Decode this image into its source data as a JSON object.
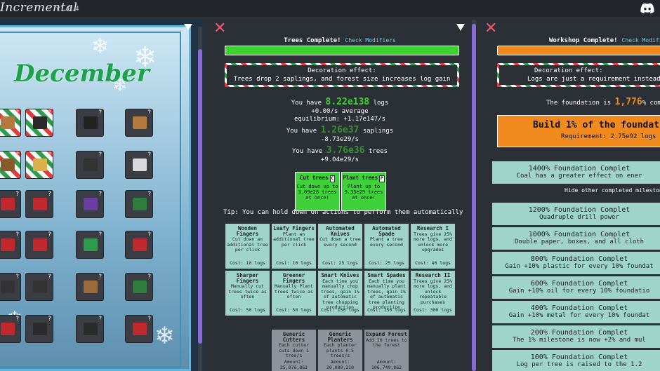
{
  "app": {
    "title": "Incremental",
    "version": "v1.0.4"
  },
  "advent": {
    "month": "December",
    "tiles": [
      {
        "q": "?",
        "style": "candy",
        "gift": "#b5793f"
      },
      {
        "q": "?",
        "style": "candy",
        "gift": "#2b2b2b"
      },
      {
        "q": "?",
        "style": "dark",
        "gift": "#222"
      },
      {
        "q": "?",
        "style": "dark",
        "gift": "#b5793f"
      },
      {
        "q": "?",
        "style": "candy",
        "gift": "#8a5a2f"
      },
      {
        "q": "?",
        "style": "candy",
        "gift": "#d9b14a"
      },
      {
        "q": "?",
        "style": "dark",
        "gift": "#333"
      },
      {
        "q": "?",
        "style": "dark",
        "gift": "#d9d9d9"
      },
      {
        "q": "?",
        "style": "dark",
        "gift": "#c0282d"
      },
      {
        "q": "?",
        "style": "dark",
        "gift": "#c0282d"
      },
      {
        "q": "?",
        "style": "dark",
        "gift": "#6a3ea1"
      },
      {
        "q": "?",
        "style": "dark",
        "gift": "#2f7d3a"
      },
      {
        "q": "?",
        "style": "dark",
        "gift": "#c0282d"
      },
      {
        "q": "?",
        "style": "dark",
        "gift": "#c0282d"
      },
      {
        "q": "?",
        "style": "dark",
        "gift": "#2e9c4c"
      },
      {
        "q": "?",
        "style": "dark",
        "gift": "#c0282d"
      },
      {
        "q": "?",
        "style": "dark",
        "gift": "#333"
      },
      {
        "q": "?",
        "style": "dark",
        "gift": "#333"
      },
      {
        "q": "?",
        "style": "dark",
        "gift": "#9b6a3a"
      },
      {
        "q": "?",
        "style": "dark",
        "gift": "#2f7d3a"
      },
      {
        "q": "?",
        "style": "dark",
        "gift": "#c0282d"
      },
      {
        "q": "?",
        "style": "dark",
        "gift": "#2b2b2b"
      },
      {
        "q": "?",
        "style": "dark",
        "gift": "#2b2b2b"
      },
      {
        "q": "?",
        "style": "dark",
        "gift": "#c0282d"
      }
    ]
  },
  "trees": {
    "title": "Trees Complete!",
    "modifiers": "Check Modifiers",
    "deco_title": "Decoration effect:",
    "deco_text": "Trees drop 2 saplings, and forest size increases log gain",
    "logs_pre": "You have",
    "logs_val": "8.22e138",
    "logs_post": "logs",
    "logs_rate": "+0.00/s average",
    "logs_eq": "equilibrium: +1.17e147/s",
    "sap_pre": "You have",
    "sap_val": "1.26e37",
    "sap_post": "saplings",
    "sap_rate": "-8.73e29/s",
    "tree_pre": "You have",
    "tree_val": "3.76e36",
    "tree_post": "trees",
    "tree_rate": "+9.04e29/s",
    "cut": {
      "title": "Cut trees",
      "key": "C",
      "desc": "Cut down up to 3.09e28 trees at once!"
    },
    "plant": {
      "title": "Plant trees",
      "key": "P",
      "desc": "Plant up to 9.35e29 trees at once!"
    },
    "tip": "Tip: You can hold down on actions to perform them automatically",
    "upgrades": [
      {
        "t": "Wooden Fingers",
        "d": "Cut down an additional tree per click",
        "c": "Cost: 10 logs"
      },
      {
        "t": "Leafy Fingers",
        "d": "Plant an additional tree per click",
        "c": "Cost: 10 logs"
      },
      {
        "t": "Automated Knives",
        "d": "Cut down a tree every second",
        "c": "Cost: 25 logs"
      },
      {
        "t": "Automated Spade",
        "d": "Plant a tree every second",
        "c": "Cost: 25 logs"
      },
      {
        "t": "Research I",
        "d": "Trees give 25% more logs, and unlock more upgrades",
        "c": "Cost: 40 logs"
      },
      {
        "t": "Sharper Fingers",
        "d": "Manually cut trees twice as often",
        "c": "Cost: 50 logs"
      },
      {
        "t": "Greener Fingers",
        "d": "Manually Plant trees twice as often",
        "c": "Cost: 50 logs"
      },
      {
        "t": "Smart Knives",
        "d": "Each time you manually chop trees, gain 1% of automatic tree chopping production",
        "c": "Cost: 150 logs"
      },
      {
        "t": "Smart Spades",
        "d": "Each time you manually plant trees, gain 1% of automatic tree planting production",
        "c": "Cost: 150 logs"
      },
      {
        "t": "Research II",
        "d": "Trees give 25% more logs, and unlock repeatable purchases",
        "c": "Cost: 300 logs"
      }
    ],
    "repeatables": [
      {
        "t": "Generic Cutters",
        "d": "Each cutter cuts down 1 tree/s",
        "c": "Amount: 25,076,862"
      },
      {
        "t": "Generic Planters",
        "d": "Each planter plants 0.5 trees/s",
        "c": "Amount: 20,000,310"
      },
      {
        "t": "Expand Forest",
        "d": "Add 10 trees to the forest",
        "c": "Amount: 106,749,862"
      }
    ]
  },
  "workshop": {
    "title": "Workshop Complete!",
    "modifiers": "Check Modifiers",
    "deco_title": "Decoration effect:",
    "deco_text": "Logs are just a requirement instead",
    "found_pre": "The foundation is",
    "found_val": "1,776",
    "found_post": "% com",
    "build_title": "Build 1% of the foundat",
    "build_req": "Requirement: 2.75e92 logs",
    "hide": "Hide other completed milestones",
    "milestones": [
      {
        "t": "1400% Foundation Complet",
        "d": "Coal has a greater effect on ener"
      },
      {
        "t": "1200% Foundation Complet",
        "d": "Quadruple drill power"
      },
      {
        "t": "1000% Foundation Complet",
        "d": "Double paper, boxes, and all cloth"
      },
      {
        "t": "800% Foundation Complet",
        "d": "Gain +10% plastic for every 10% foundat"
      },
      {
        "t": "600% Foundation Complet",
        "d": "Gain +10% oil for every 10% foundatio"
      },
      {
        "t": "400% Foundation Complet",
        "d": "Gain +10% metal for every 10% foundat"
      },
      {
        "t": "200% Foundation Complet",
        "d": "The 1% milestone is now +2% and mul"
      },
      {
        "t": "100% Foundation Complet",
        "d": "Log per tree is raised to the 1.2"
      }
    ]
  },
  "colors": {
    "accent": "#8a6bd6",
    "green": "#3cd32e",
    "orange": "#f08a1f",
    "milestone": "#9ed4c9",
    "close": "#ef5a6a"
  },
  "icons": [
    "discord-icon",
    "close-icon",
    "collapse-triangle-icon",
    "snowflake-icon"
  ]
}
